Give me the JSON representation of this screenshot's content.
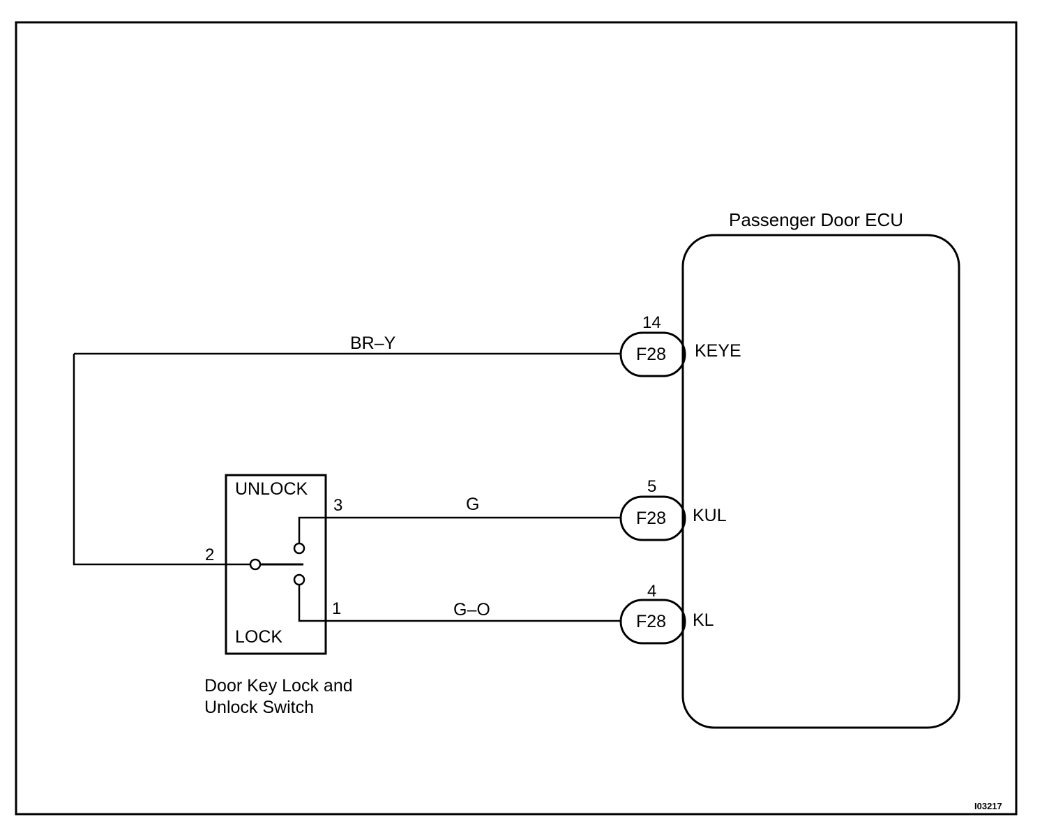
{
  "ecu": {
    "title": "Passenger Door ECU"
  },
  "switch": {
    "title_line1": "Door Key Lock and",
    "title_line2": "Unlock Switch",
    "unlock_label": "UNLOCK",
    "lock_label": "LOCK",
    "pins": {
      "common": "2",
      "unlock": "3",
      "lock": "1"
    }
  },
  "wires": [
    {
      "color_code": "BR–Y",
      "connector": "F28",
      "pin": "14",
      "terminal": "KEYE"
    },
    {
      "color_code": "G",
      "connector": "F28",
      "pin": "5",
      "terminal": "KUL"
    },
    {
      "color_code": "G–O",
      "connector": "F28",
      "pin": "4",
      "terminal": "KL"
    }
  ],
  "figure_id": "I03217"
}
